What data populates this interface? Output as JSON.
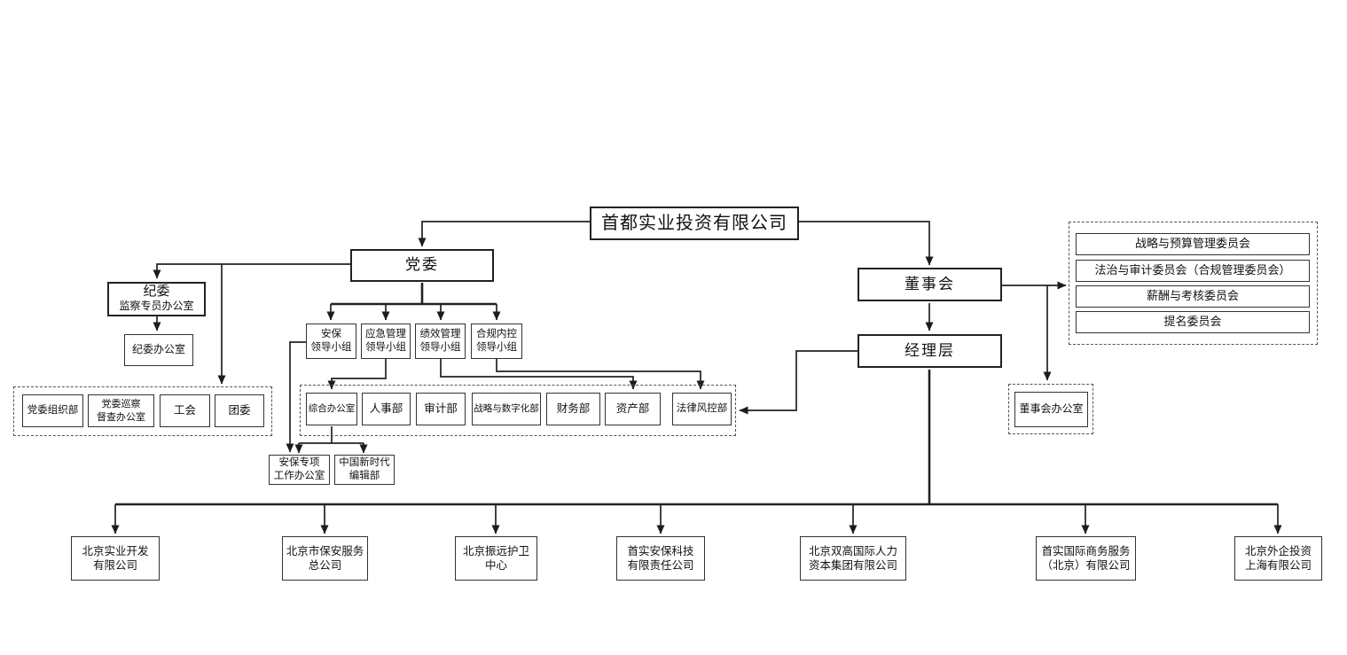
{
  "diagram": {
    "root": "首都实业投资有限公司"
  },
  "party": {
    "committee": "党委",
    "discipline": {
      "title": "纪委",
      "subtitle": "监察专员办公室",
      "office": "纪委办公室"
    },
    "orgs": [
      "党委组织部",
      "党委巡察\n督查办公室",
      "工会",
      "团委"
    ],
    "leading_groups": [
      "安保\n领导小组",
      "应急管理\n领导小组",
      "绩效管理\n领导小组",
      "合规内控\n领导小组"
    ],
    "special_offices": [
      "安保专项\n工作办公室",
      "中国新时代\n编辑部"
    ]
  },
  "governance": {
    "board": "董事会",
    "management": "经理层",
    "board_office": "董事会办公室",
    "committees": [
      "战略与预算管理委员会",
      "法治与审计委员会（合规管理委员会）",
      "薪酬与考核委员会",
      "提名委员会"
    ]
  },
  "departments": [
    "综合办公室",
    "人事部",
    "审计部",
    "战略与数字化部",
    "财务部",
    "资产部",
    "法律风控部"
  ],
  "subsidiaries": [
    "北京实业开发\n有限公司",
    "北京市保安服务\n总公司",
    "北京振远护卫\n中心",
    "首实安保科技\n有限责任公司",
    "北京双高国际人力\n资本集团有限公司",
    "首实国际商务服务\n（北京）有限公司",
    "北京外企投资\n上海有限公司"
  ]
}
